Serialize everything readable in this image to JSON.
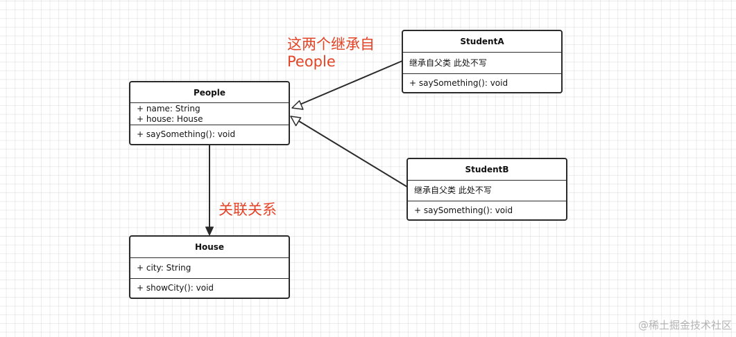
{
  "classes": {
    "people": {
      "name": "People",
      "attributes": [
        "+ name: String",
        "+ house: House"
      ],
      "methods": [
        "+ saySomething(): void"
      ]
    },
    "studentA": {
      "name": "StudentA",
      "attributes": [
        "继承自父类 此处不写"
      ],
      "methods": [
        "+ saySomething(): void"
      ]
    },
    "studentB": {
      "name": "StudentB",
      "attributes": [
        "继承自父类 此处不写"
      ],
      "methods": [
        "+ saySomething(): void"
      ]
    },
    "house": {
      "name": "House",
      "attributes": [
        "+ city: String"
      ],
      "methods": [
        "+ showCity(): void"
      ]
    }
  },
  "relations": [
    {
      "from": "StudentA",
      "to": "People",
      "type": "inheritance"
    },
    {
      "from": "StudentB",
      "to": "People",
      "type": "inheritance"
    },
    {
      "from": "People",
      "to": "House",
      "type": "association"
    }
  ],
  "annotations": {
    "inheritance_line1": "这两个继承自",
    "inheritance_line2": "People",
    "association": "关联关系"
  },
  "watermark": "@稀土掘金技术社区",
  "colors": {
    "annotation": "#e34427",
    "border": "#2a2a2a",
    "grid": "#e6e6e6"
  }
}
